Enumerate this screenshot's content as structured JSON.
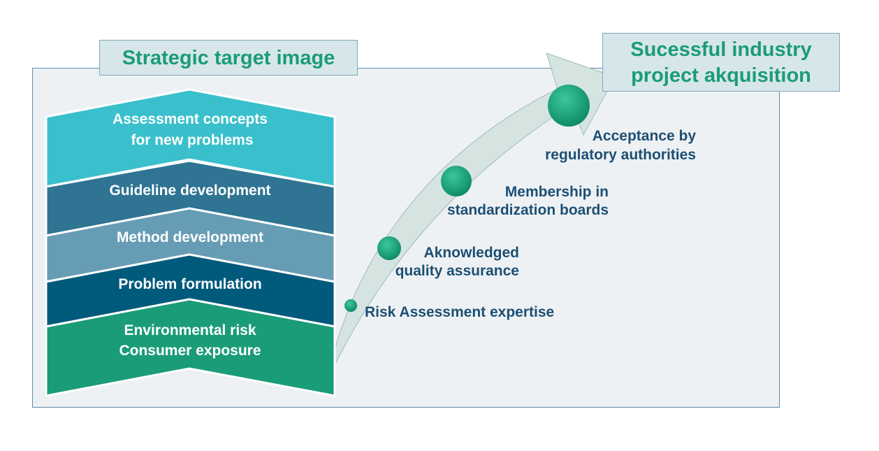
{
  "title": "Strategic target image",
  "goal": {
    "line1": "Sucessful industry",
    "line2": "project akquisition"
  },
  "layers": [
    {
      "line1": "Assessment concepts",
      "line2": "for new problems",
      "color": "#3ac0cc"
    },
    {
      "line1": "Guideline development",
      "color": "#2f7492"
    },
    {
      "line1": "Method development",
      "color": "#679db4"
    },
    {
      "line1": "Problem formulation",
      "color": "#005a7c"
    },
    {
      "line1": "Environmental risk",
      "line2": "Consumer exposure",
      "color": "#1a9c78"
    }
  ],
  "steps": [
    {
      "line1": "Risk Assessment expertise"
    },
    {
      "line1": "Aknowledged",
      "line2": "quality assurance"
    },
    {
      "line1": "Membership in",
      "line2": "standardization boards"
    },
    {
      "line1": "Acceptance by",
      "line2": "regulatory authorities"
    }
  ],
  "colors": {
    "accent_green": "#1a9c78",
    "step_text": "#1d4f73",
    "frame_border": "#5b8db0",
    "arrow_fill": "#d6e4e1"
  }
}
